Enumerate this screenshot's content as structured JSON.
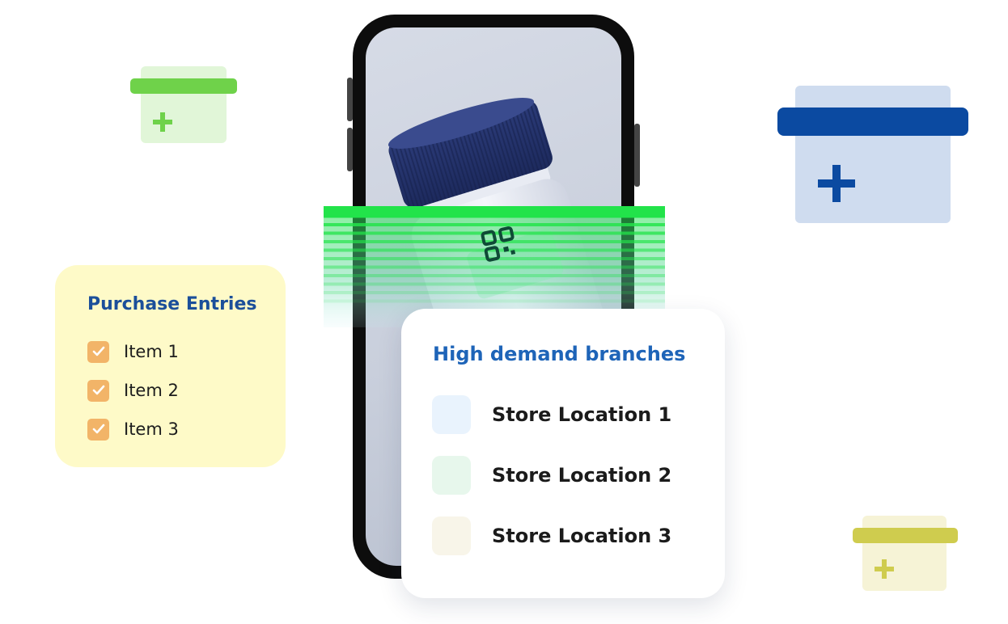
{
  "purchase": {
    "title": "Purchase Entries",
    "items": [
      {
        "label": "Item 1",
        "checked": true
      },
      {
        "label": "Item 2",
        "checked": true
      },
      {
        "label": "Item 3",
        "checked": true
      }
    ]
  },
  "branches": {
    "title": "High demand branches",
    "items": [
      {
        "label": "Store Location 1",
        "swatch_color": "#e9f3fd"
      },
      {
        "label": "Store Location 2",
        "swatch_color": "#e7f7ec"
      },
      {
        "label": "Store Location 3",
        "swatch_color": "#f8f5e9"
      }
    ]
  },
  "colors": {
    "purchase_card_bg": "#fefac8",
    "check_bg": "#f2b468",
    "brand_blue": "#1e64b8",
    "scan_green": "#22e34a",
    "box_green": "#6fd24a",
    "box_blue": "#0b4aa1",
    "box_olive": "#cfcc4e"
  },
  "icons": {
    "box": "medicine-box-icon",
    "check": "checkmark-icon",
    "qr": "qr-code-icon"
  }
}
